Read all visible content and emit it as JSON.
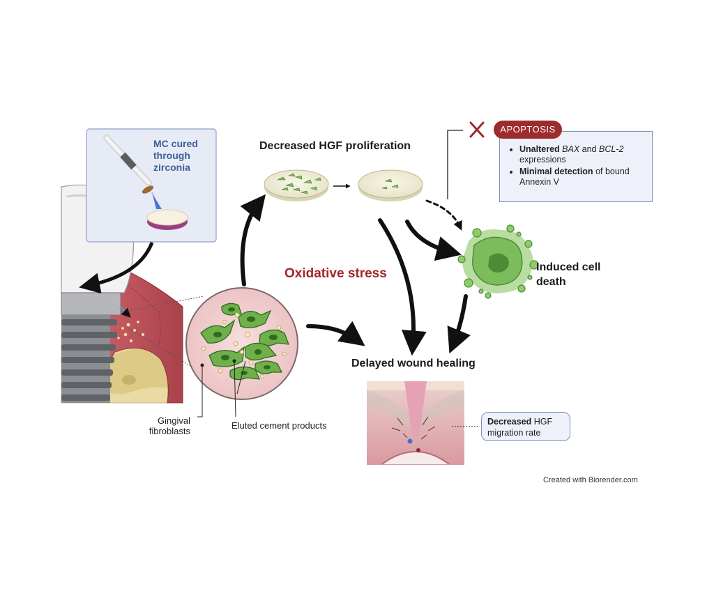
{
  "labels": {
    "mc_cured": "MC cured through zirconia",
    "hgf_proliferation": "Decreased HGF proliferation",
    "oxidative_stress": "Oxidative stress",
    "induced_cell_death": "Induced cell death",
    "delayed_wound_healing": "Delayed wound healing",
    "gingival_fibroblasts": "Gingival fibroblasts",
    "eluted_cement_products": "Eluted cement products",
    "credit": "Created with Biorender.com"
  },
  "apoptosis": {
    "title": "APOPTOSIS",
    "item1_bold": "Unaltered",
    "item1_gene1": "BAX",
    "item1_and": "and",
    "item1_gene2": "BCL-2",
    "item1_rest": "expressions",
    "item2_bold": "Minimal detection",
    "item2_rest": "of bound Annexin V"
  },
  "migration": {
    "bold": "Decreased",
    "text1": "HGF",
    "text2": "migration rate"
  },
  "colors": {
    "apoptosis_red": "#9e2c2f",
    "oxidative_red": "#a3262b",
    "mc_blue": "#3f5f96",
    "cell_green": "#6fb04a",
    "box_border": "#7f8fb5",
    "box_fill": "#eef1f9"
  }
}
